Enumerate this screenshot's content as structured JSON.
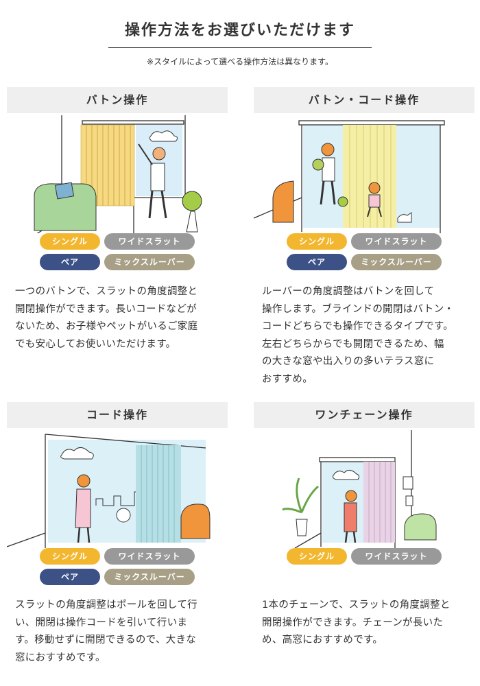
{
  "page": {
    "title": "操作方法をお選びいただけます",
    "note": "※スタイルによって選べる操作方法は異なります。"
  },
  "colors": {
    "header_bg": "#efefef",
    "single": "#f3b72f",
    "wide_slat": "#999999",
    "pair": "#3c5186",
    "mix_louver": "#a79f86"
  },
  "cards": [
    {
      "title": "バトン操作",
      "tags": [
        "シングル",
        "ワイドスラット",
        "ペア",
        "ミックスルーバー"
      ],
      "description": "一つのバトンで、スラットの角度調整と\n開閉操作ができます。長いコードなどが\nないため、お子様やペットがいるご家庭\nでも安心してお使いいただけます。"
    },
    {
      "title": "バトン・コード操作",
      "tags": [
        "シングル",
        "ワイドスラット",
        "ペア",
        "ミックスルーバー"
      ],
      "description": "ルーバーの角度調整はバトンを回して\n操作します。ブラインドの開閉はバトン・\nコードどちらでも操作できるタイプです。\n左右どちらからでも開閉できるため、幅\nの大きな窓や出入りの多いテラス窓に\nおすすめ。"
    },
    {
      "title": "コード操作",
      "tags": [
        "シングル",
        "ワイドスラット",
        "ペア",
        "ミックスルーバー"
      ],
      "description": "スラットの角度調整はポールを回して行\nい、開閉は操作コードを引いて行いま\nす。移動せずに開閉できるので、大きな\n窓におすすめです。"
    },
    {
      "title": "ワンチェーン操作",
      "tags": [
        "シングル",
        "ワイドスラット"
      ],
      "description": "1本のチェーンで、スラットの角度調整と\n開閉操作ができます。チェーンが長いた\nめ、高窓におすすめです。"
    }
  ]
}
